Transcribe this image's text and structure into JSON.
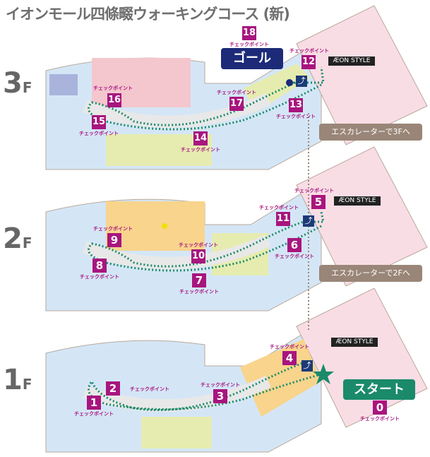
{
  "title": "イオンモール四條畷ウォーキングコース (新)",
  "floors": {
    "f3": "3",
    "f2": "2",
    "f1": "1",
    "suffix": "F"
  },
  "goal_label": "ゴール",
  "start_label": "スタート",
  "escalator_to_3f": "エスカレーターで3Fへ",
  "escalator_to_2f": "エスカレーターで2Fへ",
  "store_label": "ÆON STYLE",
  "checkpoint_label": "チェックポイント",
  "checkpoints": [
    "0",
    "1",
    "2",
    "3",
    "4",
    "5",
    "6",
    "7",
    "8",
    "9",
    "10",
    "11",
    "12",
    "13",
    "14",
    "15",
    "16",
    "17",
    "18"
  ],
  "colors": {
    "checkpoint": "#a8157e",
    "route": "#1a8a6a",
    "goal": "#1c2a78",
    "escalator_note": "#9a8678"
  }
}
